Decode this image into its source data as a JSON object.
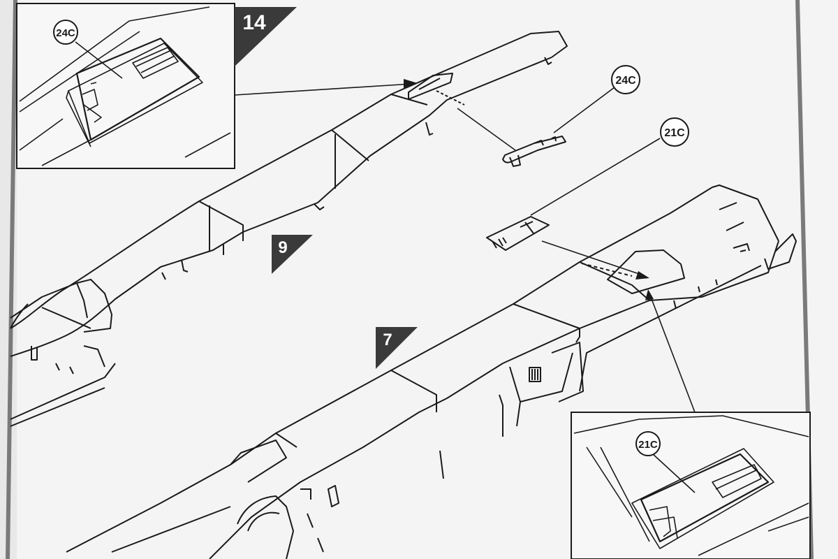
{
  "steps": {
    "step_14": "14",
    "step_9": "9",
    "step_7": "7"
  },
  "parts": {
    "inset_top_part": "24C",
    "callout_24c": "24C",
    "callout_21c": "21C",
    "inset_bottom_part": "21C"
  },
  "colors": {
    "paper": "#f4f4f4",
    "ink": "#1a1a1a",
    "marker": "#3a3a3a",
    "frame": "#777777"
  }
}
